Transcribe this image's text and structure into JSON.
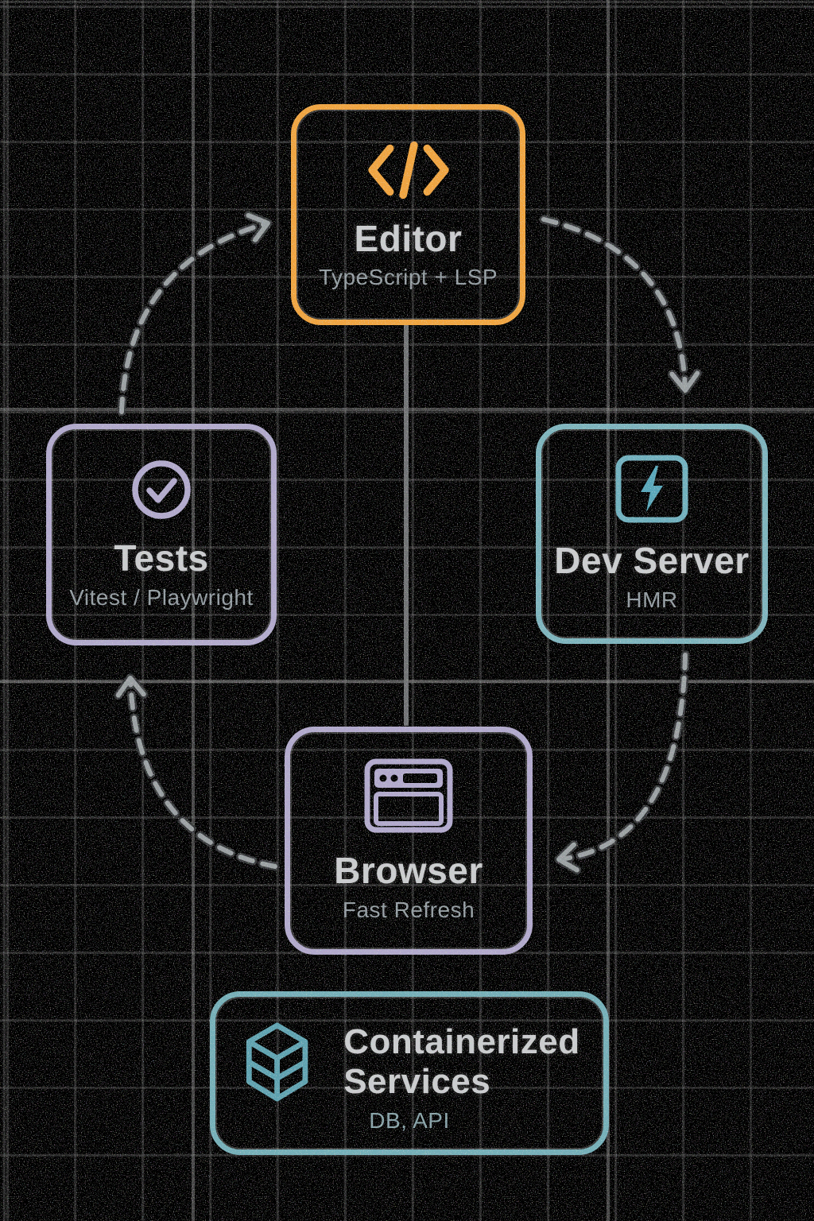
{
  "diagram": {
    "nodes": {
      "editor": {
        "title": "Editor",
        "subtitle": "TypeScript + LSP",
        "icon": "code-icon",
        "accent": "#F0A43F"
      },
      "dev_server": {
        "title": "Dev Server",
        "subtitle": "HMR",
        "icon": "lightning-icon",
        "accent": "#7DB4BD"
      },
      "tests": {
        "title": "Tests",
        "subtitle": "Vitest / Playwright",
        "icon": "check-circle-icon",
        "accent": "#B1A9CC"
      },
      "browser": {
        "title": "Browser",
        "subtitle": "Fast Refresh",
        "icon": "browser-window-icon",
        "accent": "#B1A9CC"
      },
      "containerized_services": {
        "title": "Containerized Services",
        "subtitle": "DB, API",
        "icon": "cube-icon",
        "accent": "#74AFB8"
      }
    },
    "edges": [
      {
        "from": "tests",
        "to": "editor",
        "style": "dashed-arrow"
      },
      {
        "from": "editor",
        "to": "dev_server",
        "style": "dashed-arrow"
      },
      {
        "from": "dev_server",
        "to": "browser",
        "style": "dashed-arrow"
      },
      {
        "from": "browser",
        "to": "tests",
        "style": "dashed-arrow"
      },
      {
        "from": "editor",
        "to": "browser",
        "style": "solid-line"
      }
    ],
    "colors": {
      "background": "#000000",
      "grid": "#808080",
      "arrow": "#9aa0a2",
      "title_text": "#caccce",
      "subtitle_text": "#939ca1"
    }
  }
}
